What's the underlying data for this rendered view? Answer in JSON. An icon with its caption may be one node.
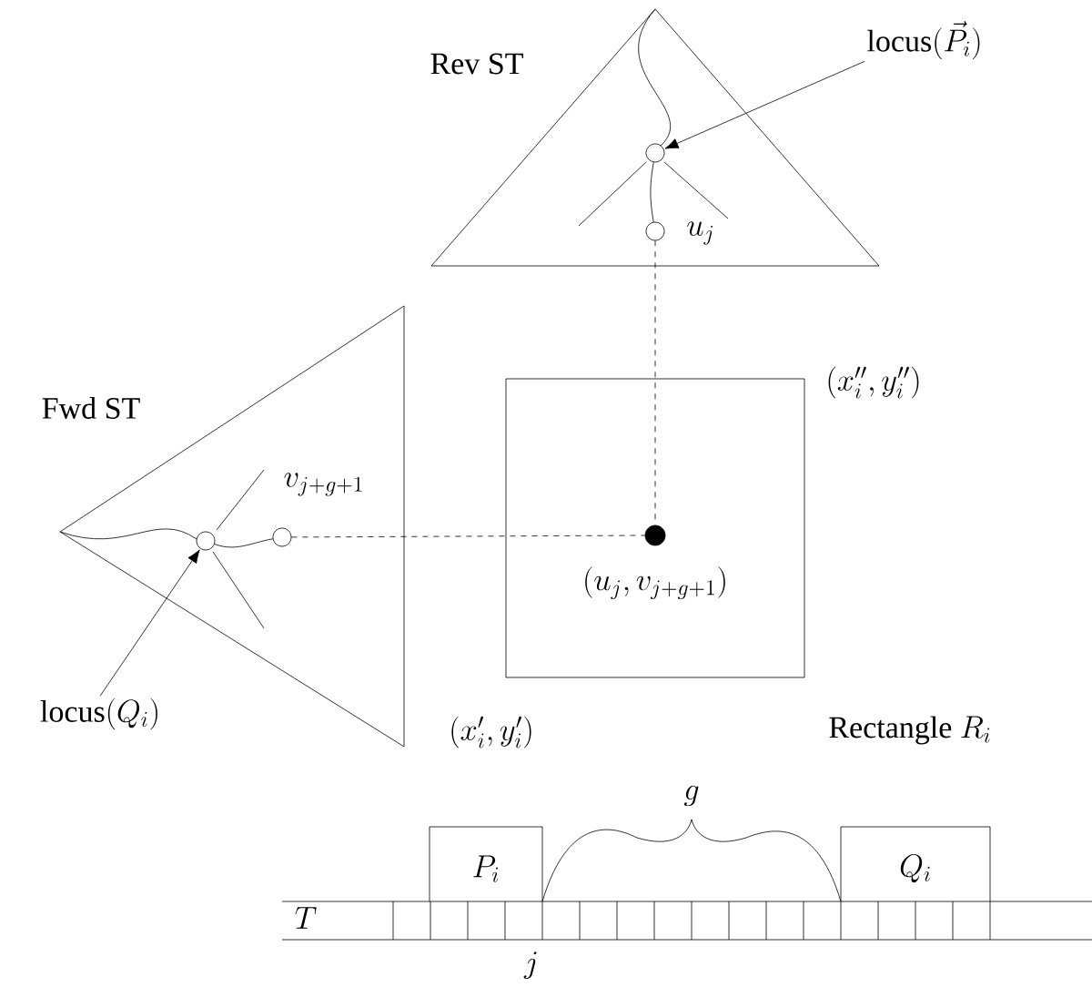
{
  "diagram": {
    "nodes": [
      {
        "text": [
          "Rev ST"
        ]
      },
      {
        "text": [],
        "shape": "circle",
        "in": 0
      },
      {
        "text": [],
        "shape": "circle",
        "in": 0,
        "beside": [
          "u_j"
        ]
      },
      {
        "text": [
          "\\mathrm{locus}(\\vec{P}_i)"
        ]
      },
      {
        "text": [
          "Fwd ST"
        ]
      },
      {
        "text": [],
        "shape": "circle",
        "in": 4
      },
      {
        "text": [],
        "shape": "circle",
        "in": 4,
        "beside": [
          "v_{j+g+1}"
        ]
      },
      {
        "text": [
          "\\mathrm{locus}(Q_i)"
        ]
      },
      {
        "text": [
          "\\mathrm{Rectangle}\\ R_i"
        ]
      },
      {
        "text": [],
        "shape": "circle",
        "in": 8,
        "beside": [
          "(u_j, v_{j+g+1})"
        ]
      },
      {
        "text": [
          "P_i"
        ]
      },
      {
        "text": [
          "Q_i"
        ]
      }
    ],
    "edges": [
      {
        "from": 3,
        "to": 1,
        "arrow": "to"
      },
      {
        "from": 1,
        "to": 2,
        "arrow": "none"
      },
      {
        "from": 7,
        "to": 5,
        "arrow": "to"
      },
      {
        "from": 5,
        "to": 6,
        "arrow": "none"
      },
      {
        "from": 2,
        "to": 9,
        "arrow": "none",
        "style": "dashed"
      },
      {
        "from": 6,
        "to": 9,
        "arrow": "none",
        "style": "dashed"
      }
    ],
    "labels": [
      "(x''_i, y''_i)",
      "(x'_i, y'_i)",
      "g",
      "T",
      "j"
    ]
  }
}
